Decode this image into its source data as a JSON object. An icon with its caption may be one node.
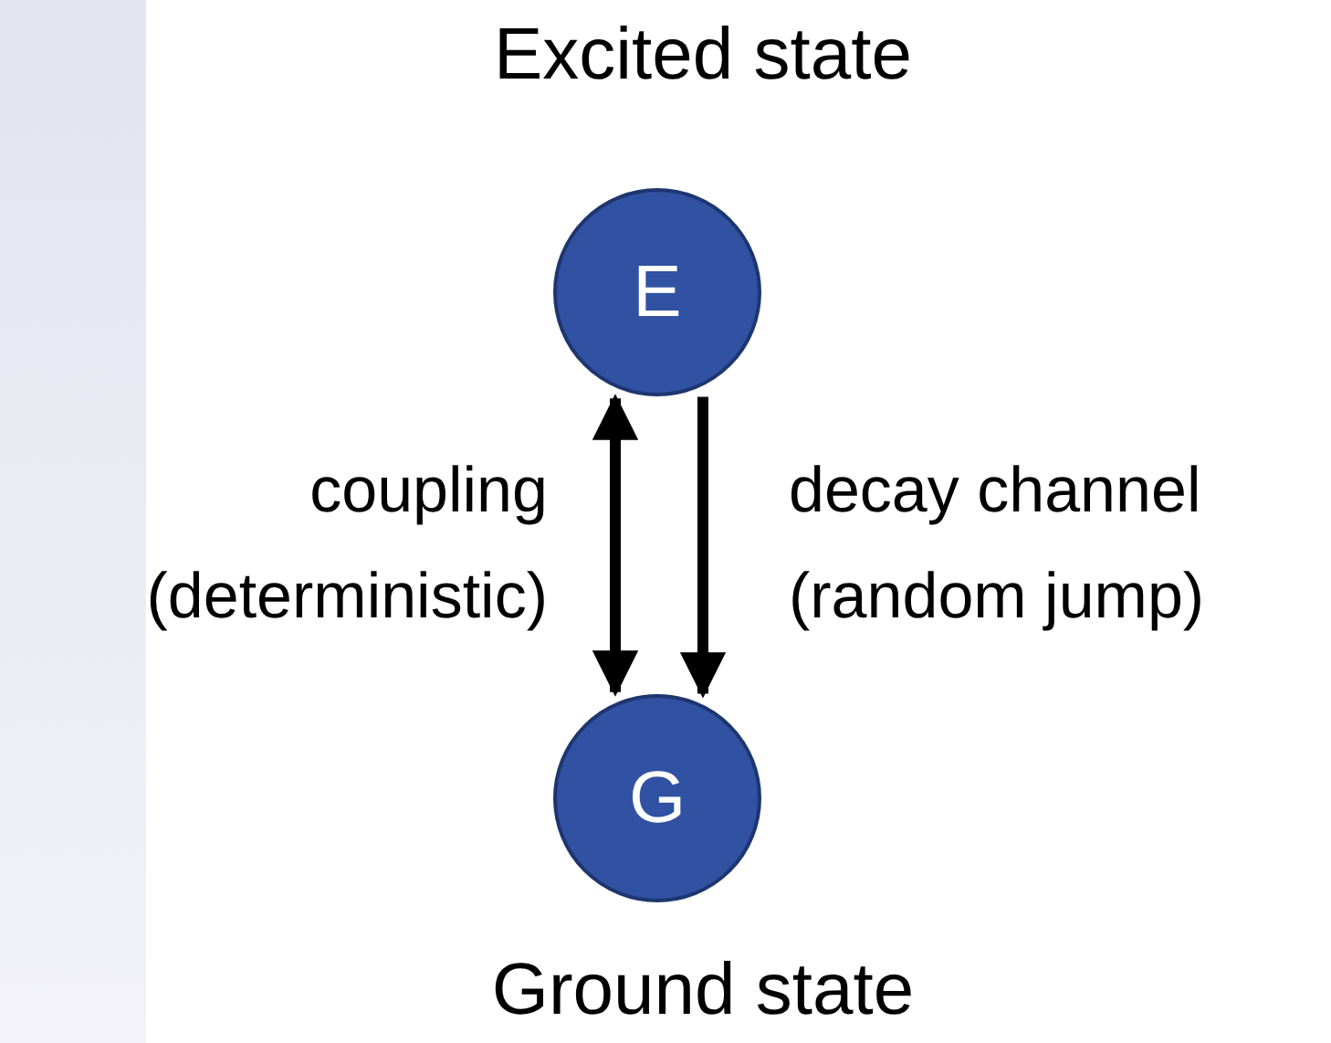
{
  "diagram": {
    "nodes": [
      {
        "text": [
          "E"
        ],
        "beside": [
          "Excited state"
        ]
      },
      {
        "text": [
          "G"
        ],
        "beside": [
          "Ground state"
        ]
      }
    ],
    "edges": [
      {
        "from": 0,
        "to": 1,
        "arrow": "both",
        "label": "coupling (deterministic)"
      },
      {
        "from": 0,
        "to": 1,
        "arrow": "to",
        "label": "decay channel (random jump)"
      }
    ]
  }
}
